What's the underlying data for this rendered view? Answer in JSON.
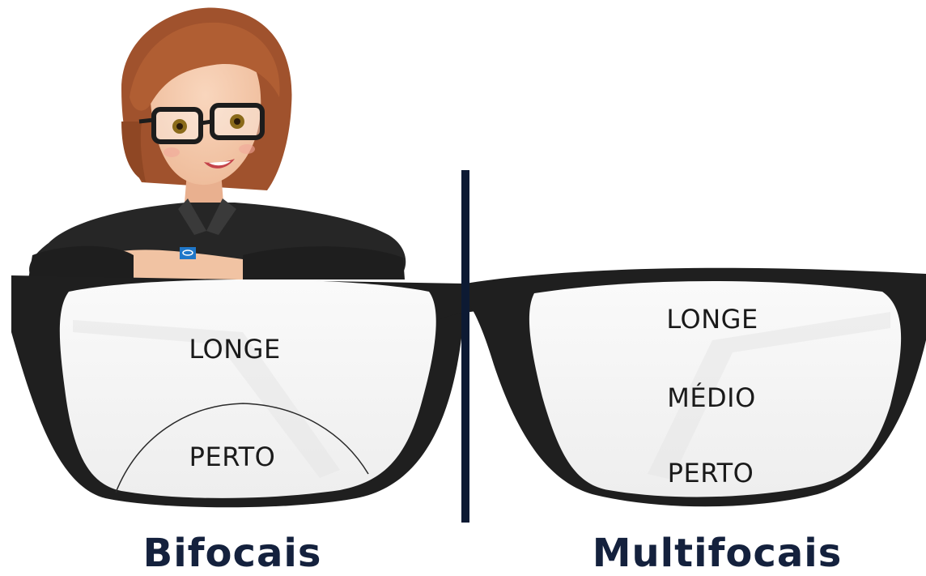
{
  "colors": {
    "frame": "#1f1f1f",
    "divider": "#0d1a33",
    "title": "#14213d",
    "lens": "#f2f2f2",
    "hair": "#a0522d",
    "shirt": "#2b2b2b"
  },
  "left_panel": {
    "title": "Bifocais",
    "zones": [
      "LONGE",
      "PERTO"
    ]
  },
  "right_panel": {
    "title": "Multifocais",
    "zones": [
      "LONGE",
      "MÉDIO",
      "PERTO"
    ]
  },
  "illustration": {
    "icon": "woman-with-glasses-icon",
    "badge_icon": "eye-logo-icon"
  }
}
